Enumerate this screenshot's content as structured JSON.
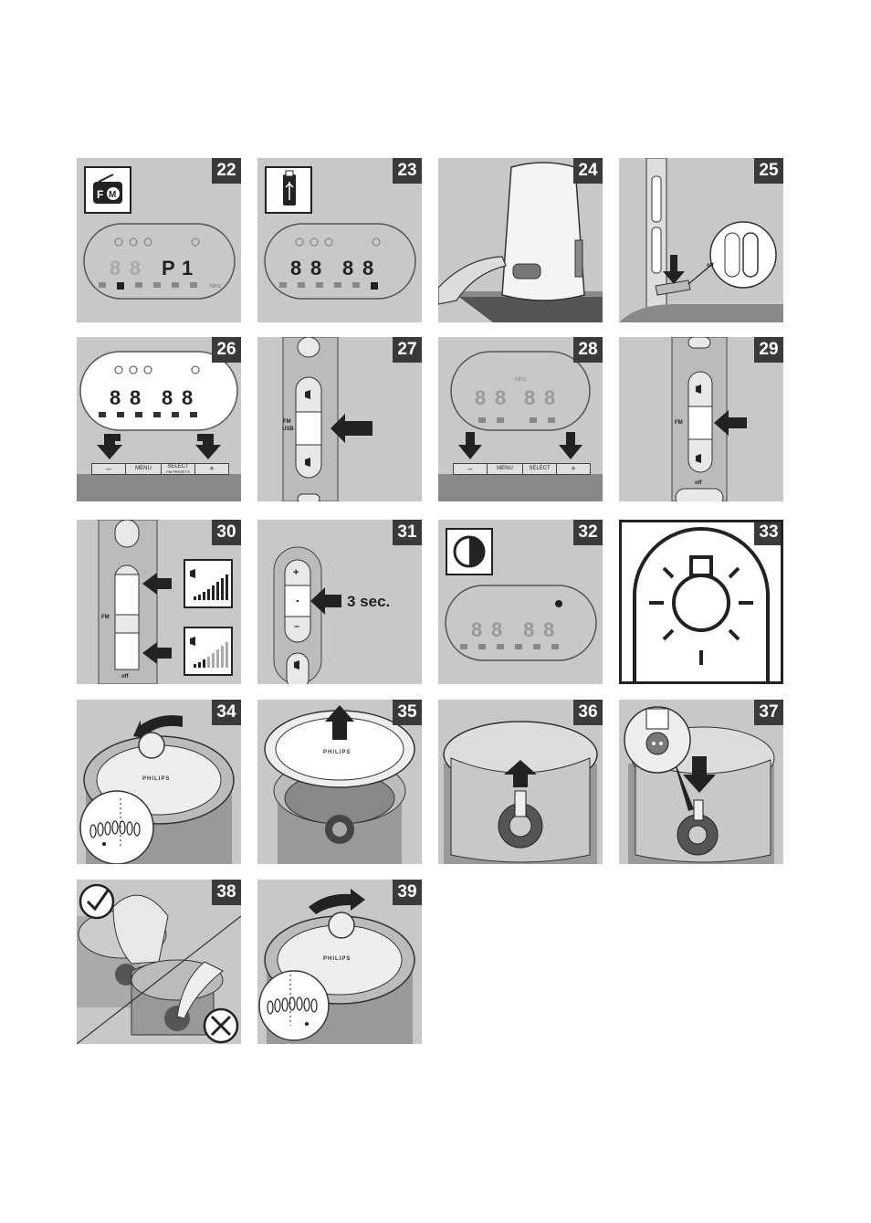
{
  "panels": [
    {
      "num": "22"
    },
    {
      "num": "23"
    },
    {
      "num": "24"
    },
    {
      "num": "25"
    },
    {
      "num": "26"
    },
    {
      "num": "27"
    },
    {
      "num": "28"
    },
    {
      "num": "29"
    },
    {
      "num": "30"
    },
    {
      "num": "31"
    },
    {
      "num": "32"
    },
    {
      "num": "33"
    },
    {
      "num": "34"
    },
    {
      "num": "35"
    },
    {
      "num": "36"
    },
    {
      "num": "37"
    },
    {
      "num": "38"
    },
    {
      "num": "39"
    }
  ],
  "labels": {
    "fm": "FM",
    "fm_usb_fm": "FM",
    "fm_usb_usb": "USB",
    "off": "off",
    "mhz": "MHz",
    "three_sec": "3 sec.",
    "philips": "PHILIPS",
    "minus": "–",
    "plus": "+",
    "menu": "MENU",
    "select": "SELECT",
    "select_sub": "FM PRESETS"
  },
  "icons": [
    "fm-radio-icon",
    "usb-icon",
    "brightness-icon",
    "light-bulb-icon",
    "checkmark-icon",
    "cross-icon",
    "arrow-icon"
  ]
}
